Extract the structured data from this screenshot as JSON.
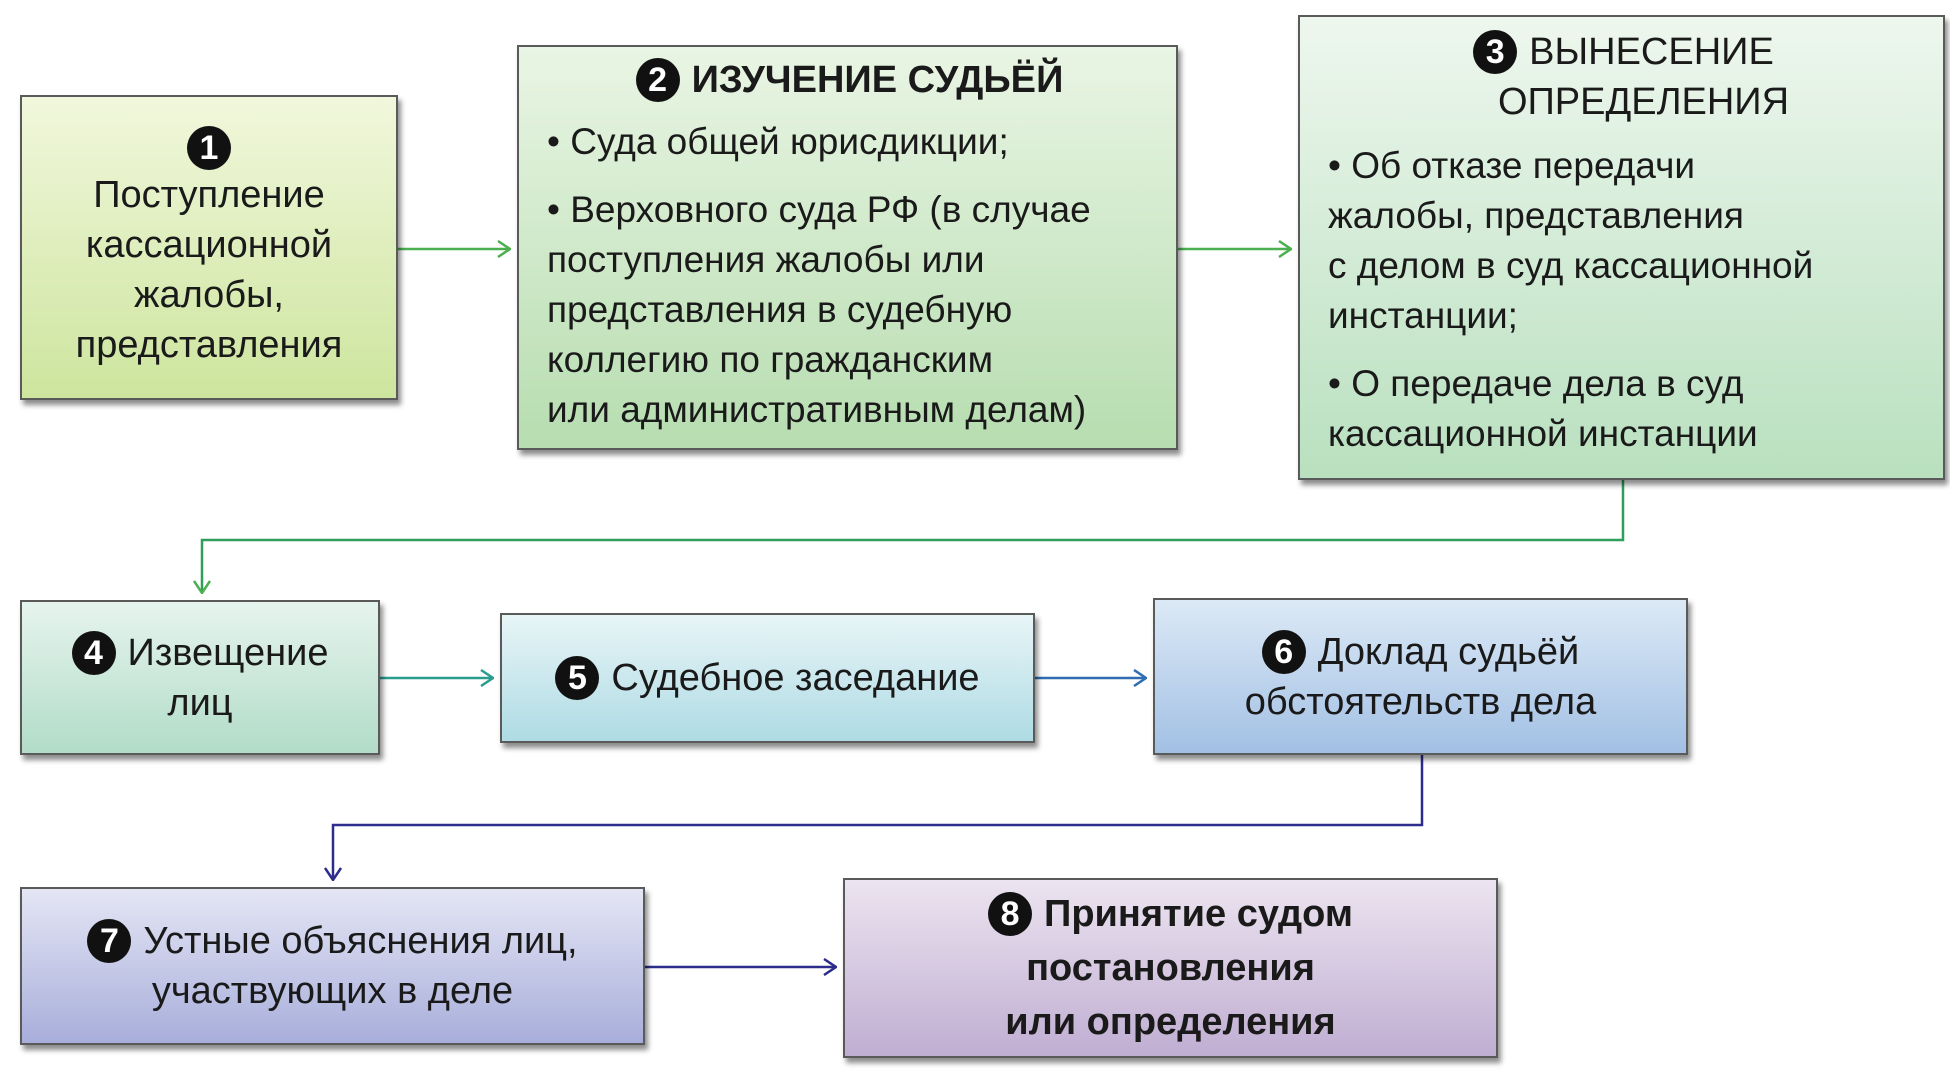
{
  "steps": [
    {
      "number": "1",
      "lines": [
        "Поступление",
        "кассационной",
        "жалобы,",
        "представления"
      ]
    },
    {
      "number": "2",
      "title": "ИЗУЧЕНИЕ СУДЬЁЙ",
      "bullets": [
        {
          "lines": [
            "• Суда общей юрисдикции;"
          ]
        },
        {
          "lines": [
            "• Верховного суда РФ (в случае",
            "поступления жалобы или",
            "представления в судебную",
            "коллегию по гражданским",
            "или административным делам)"
          ]
        }
      ]
    },
    {
      "number": "3",
      "title_lines": [
        "ВЫНЕСЕНИЕ",
        "ОПРЕДЕЛЕНИЯ"
      ],
      "bullets": [
        {
          "lines": [
            "• Об отказе передачи",
            "жалобы, представления",
            "с делом в суд кассационной",
            "инстанции;"
          ]
        },
        {
          "lines": [
            "• О передаче дела в суд",
            "кассационной инстанции"
          ]
        }
      ]
    },
    {
      "number": "4",
      "lines": [
        "Извещение",
        "лиц"
      ]
    },
    {
      "number": "5",
      "lines": [
        "Судебное заседание"
      ]
    },
    {
      "number": "6",
      "lines": [
        "Доклад судьёй",
        "обстоятельств дела"
      ]
    },
    {
      "number": "7",
      "lines": [
        "Устные объяснения лиц,",
        "участвующих в деле"
      ]
    },
    {
      "number": "8",
      "lines": [
        "Принятие судом",
        "постановления",
        "или определения"
      ]
    }
  ],
  "colors": {
    "arrow_green": "#4caf50",
    "arrow_teal": "#2a9d8f",
    "arrow_blue": "#2f6db0",
    "arrow_navy": "#2c2c8c"
  }
}
